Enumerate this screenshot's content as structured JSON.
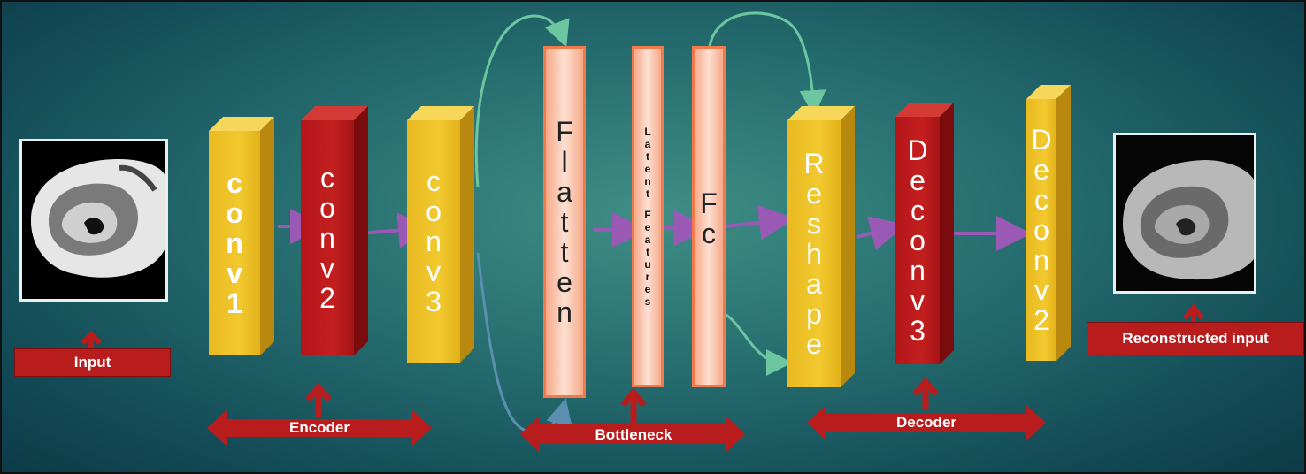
{
  "input": {
    "label": "Input"
  },
  "output": {
    "label": "Reconstructed input"
  },
  "encoder": {
    "label": "Encoder",
    "blocks": [
      {
        "letters": [
          "c",
          "o",
          "n",
          "v",
          "1"
        ],
        "color": "#f2c930"
      },
      {
        "letters": [
          "c",
          "o",
          "n",
          "v",
          "2"
        ],
        "color": "#c41f1f"
      },
      {
        "letters": [
          "c",
          "o",
          "n",
          "v",
          "3"
        ],
        "color": "#f2c930"
      }
    ]
  },
  "bottleneck": {
    "label": "Bottleneck",
    "flatten": {
      "letters": [
        "F",
        "l",
        "a",
        "t",
        "t",
        "e",
        "n"
      ]
    },
    "latent": {
      "letters": [
        "L",
        "a",
        "t",
        "e",
        "n",
        "t",
        "",
        "F",
        "e",
        "a",
        "t",
        "u",
        "r",
        "e",
        "s"
      ]
    },
    "fc": {
      "letters": [
        "F",
        "c"
      ]
    }
  },
  "decoder": {
    "label": "Decoder",
    "blocks": [
      {
        "letters": [
          "R",
          "e",
          "s",
          "h",
          "a",
          "p",
          "e"
        ],
        "color": "#f2c930"
      },
      {
        "letters": [
          "D",
          "e",
          "c",
          "o",
          "n",
          "v",
          "3"
        ],
        "color": "#c41f1f"
      },
      {
        "letters": [
          "D",
          "e",
          "c",
          "o",
          "n",
          "v",
          "2"
        ],
        "color": "#f2c930"
      }
    ]
  },
  "colors": {
    "arrow": "#9b59b6",
    "curve_green": "#6cc7a0",
    "curve_blue": "#5b8fb0",
    "label_red": "#b91c1c"
  }
}
